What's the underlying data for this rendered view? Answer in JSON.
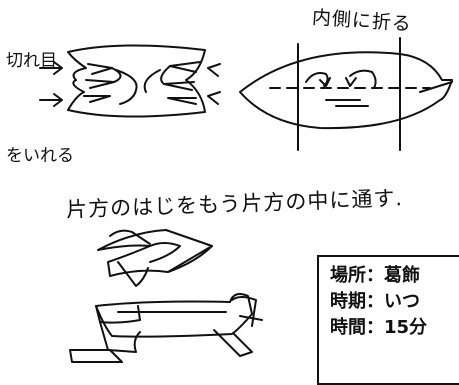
{
  "annotations": {
    "inner_fold": "内側に折る",
    "cut_label_1": "切れ目",
    "cut_label_2": "をいれる",
    "thread_caption": "片方のはじをもう片方の中に通す."
  },
  "info_box": {
    "lines": [
      "場所：葛飾",
      "時期：いつ",
      "時間：15分"
    ]
  }
}
